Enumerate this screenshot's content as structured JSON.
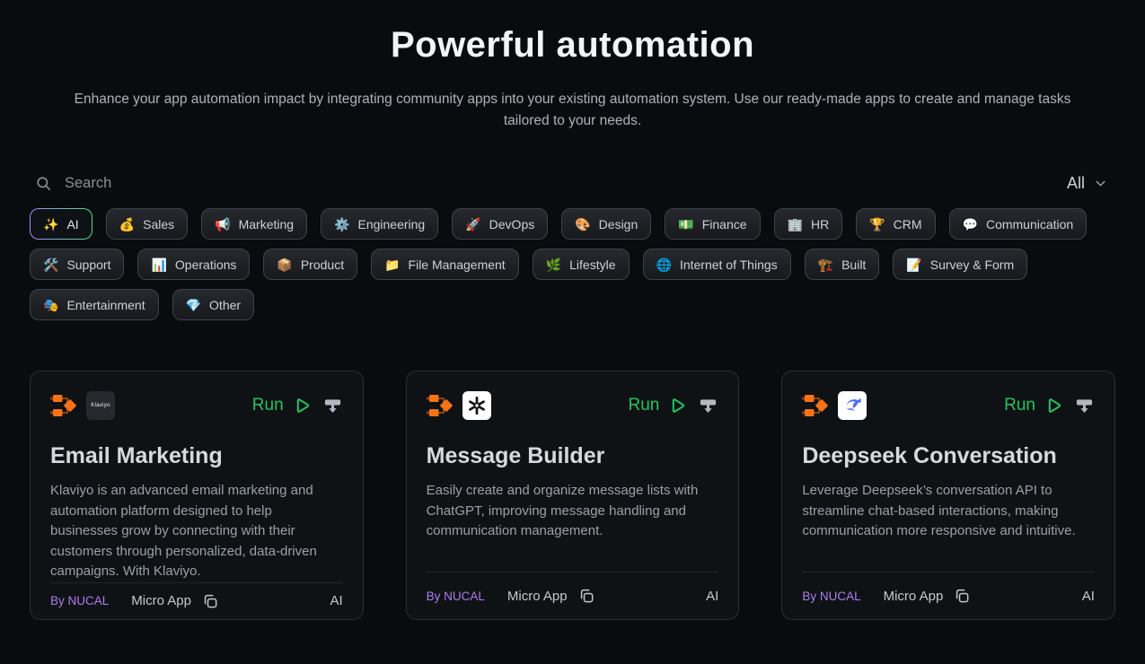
{
  "header": {
    "title": "Powerful automation",
    "subtitle": "Enhance your app automation impact by integrating community apps into your existing automation system. Use our ready-made apps to create and manage tasks tailored to your needs."
  },
  "search": {
    "placeholder": "Search",
    "filter": {
      "label": "All"
    }
  },
  "categories": [
    {
      "label": "AI",
      "icon": "✨",
      "selected": true
    },
    {
      "label": "Sales",
      "icon": "💰",
      "selected": false
    },
    {
      "label": "Marketing",
      "icon": "📢",
      "selected": false
    },
    {
      "label": "Engineering",
      "icon": "⚙️",
      "selected": false
    },
    {
      "label": "DevOps",
      "icon": "🚀",
      "selected": false
    },
    {
      "label": "Design",
      "icon": "🎨",
      "selected": false
    },
    {
      "label": "Finance",
      "icon": "💵",
      "selected": false
    },
    {
      "label": "HR",
      "icon": "🏢",
      "selected": false
    },
    {
      "label": "CRM",
      "icon": "🏆",
      "selected": false
    },
    {
      "label": "Communication",
      "icon": "💬",
      "selected": false
    },
    {
      "label": "Support",
      "icon": "🛠️",
      "selected": false
    },
    {
      "label": "Operations",
      "icon": "📊",
      "selected": false
    },
    {
      "label": "Product",
      "icon": "📦",
      "selected": false
    },
    {
      "label": "File Management",
      "icon": "📁",
      "selected": false
    },
    {
      "label": "Lifestyle",
      "icon": "🌿",
      "selected": false
    },
    {
      "label": "Internet of Things",
      "icon": "🌐",
      "selected": false
    },
    {
      "label": "Built",
      "icon": "🏗️",
      "selected": false
    },
    {
      "label": "Survey & Form",
      "icon": "📝",
      "selected": false
    },
    {
      "label": "Entertainment",
      "icon": "🎭",
      "selected": false
    },
    {
      "label": "Other",
      "icon": "💎",
      "selected": false
    }
  ],
  "cards": [
    {
      "title": "Email Marketing",
      "description": "Klaviyo is an advanced email marketing and automation platform designed to help businesses grow by connecting with their customers through personalized, data-driven campaigns. With Klaviyo.",
      "run_label": "Run",
      "publisher": "By NUCAL",
      "type_label": "Micro App",
      "category_tag": "AI",
      "app_logo": "klaviyo-logo",
      "app_logo_text": "Klaviyo"
    },
    {
      "title": "Message Builder",
      "description": "Easily create and organize message lists with ChatGPT, improving message handling and communication management.",
      "run_label": "Run",
      "publisher": "By NUCAL",
      "type_label": "Micro App",
      "category_tag": "AI",
      "app_logo": "openai-logo",
      "app_logo_text": ""
    },
    {
      "title": "Deepseek Conversation",
      "description": "Leverage Deepseek’s conversation API to streamline chat-based interactions, making communication more responsive and intuitive.",
      "run_label": "Run",
      "publisher": "By NUCAL",
      "type_label": "Micro App",
      "category_tag": "AI",
      "app_logo": "deepseek-logo",
      "app_logo_text": ""
    }
  ],
  "colors": {
    "accent_green": "#22c55e",
    "accent_purple": "#b07cf0",
    "selected_chip_gradient_start": "#a78bfa",
    "selected_chip_gradient_end": "#4ade80",
    "nucal_orange": "#f97316",
    "deepseek_blue": "#4d6bfe"
  }
}
